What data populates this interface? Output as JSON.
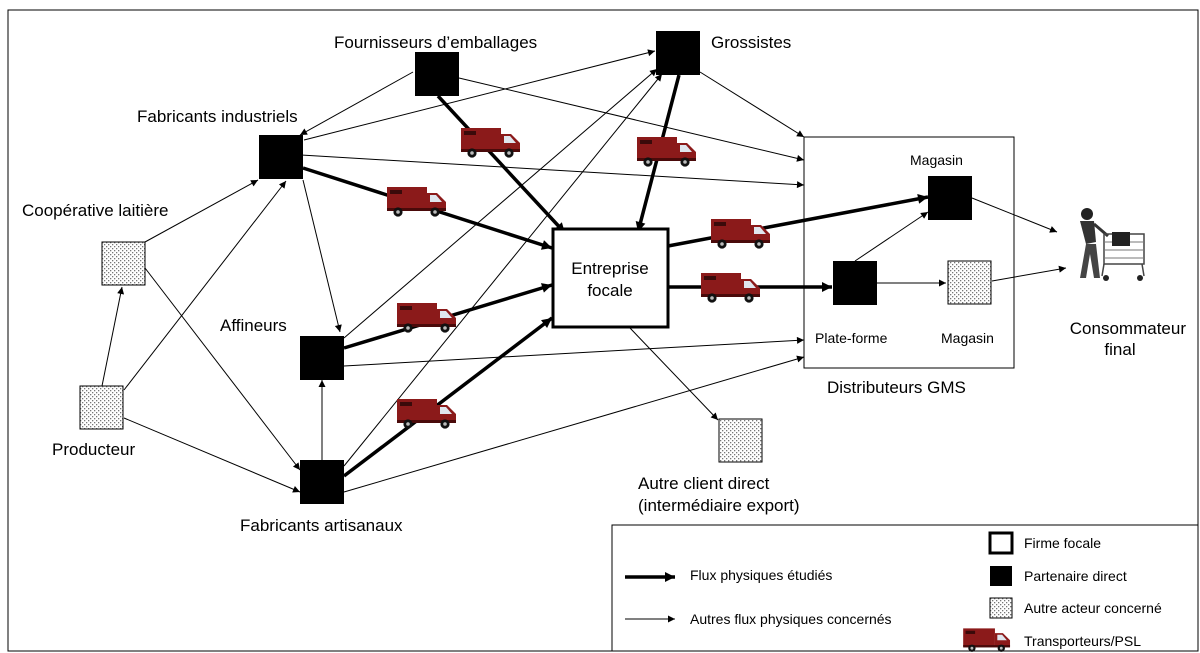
{
  "nodes": {
    "fournisseurs": "Fournisseurs d’emballages",
    "grossistes": "Grossistes",
    "fabricants_industriels": "Fabricants industriels",
    "cooperative": "Coopérative laitière",
    "affineurs": "Affineurs",
    "producteur": "Producteur",
    "fabricants_artisanaux": "Fabricants artisanaux",
    "entreprise_line1": "Entreprise",
    "entreprise_line2": "focale",
    "magasin_top": "Magasin",
    "plate_forme": "Plate-forme",
    "magasin_bottom": "Magasin",
    "distributeurs": "Distributeurs GMS",
    "consommateur_line1": "Consommateur",
    "consommateur_line2": "final",
    "autre_client_line1": "Autre client direct",
    "autre_client_line2": "(intermédiaire export)"
  },
  "legend": {
    "flux_etudies": "Flux physiques étudiés",
    "autres_flux": "Autres flux physiques concernés",
    "firme_focale": "Firme focale",
    "partenaire_direct": "Partenaire direct",
    "autre_acteur": "Autre acteur concerné",
    "transporteurs": "Transporteurs/PSL"
  },
  "icons": [
    "truck-icon",
    "shopping-cart-consumer-icon"
  ],
  "colors": {
    "truck": "#8b1a1a",
    "partner": "#000000",
    "other_actor_dots": "#7a7a7a"
  }
}
